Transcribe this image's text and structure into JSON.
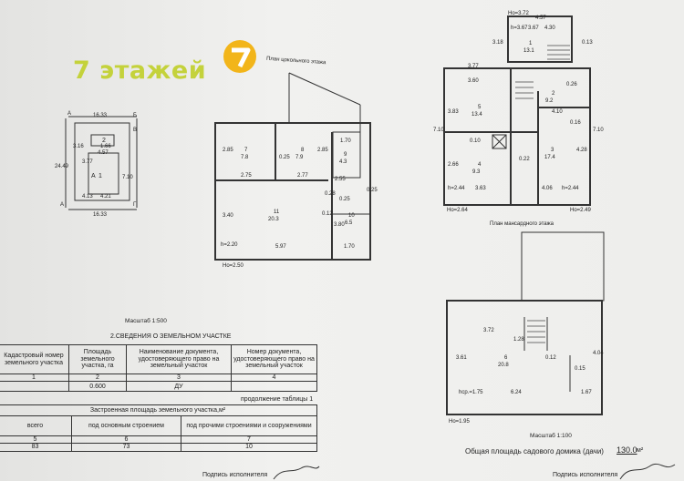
{
  "brand": {
    "text": "7 этажей"
  },
  "plan_top_title": "План цокольного этажа",
  "plan_attic_title": "План мансардного этажа",
  "site": {
    "top": "16.33",
    "bottom": "16.33",
    "left": "24.49",
    "right": "7.10",
    "corner_a": "А",
    "corner_b": "Б",
    "corner_v": "В",
    "corner_g": "Г",
    "d1": "3.77",
    "d2": "4.57",
    "d3": "4.13",
    "d4": "4.21",
    "d5": "3.16",
    "d6": "1.66",
    "mark_1": "1",
    "mark_2": "2",
    "mark_a": "А"
  },
  "basement": {
    "rooms": [
      {
        "num": "7",
        "area": "7.8"
      },
      {
        "num": "8",
        "area": "7.9"
      },
      {
        "num": "9",
        "area": "4.3"
      },
      {
        "num": "11",
        "area": "20.3"
      },
      {
        "num": "10",
        "area": "6.5"
      }
    ],
    "dims": [
      "2.85",
      "0.25",
      "2.85",
      "2.75",
      "2.77",
      "1.70",
      "2.55",
      "0.25",
      "0.28",
      "0.25",
      "0.12",
      "3.80",
      "3.40",
      "5.97",
      "1.70"
    ],
    "h_label": "h=2.20",
    "ho_label": "Ho=2.50"
  },
  "attic": {
    "rooms": [
      {
        "num": "1",
        "area": "13.1"
      },
      {
        "num": "2",
        "area": "9.2"
      },
      {
        "num": "5",
        "area": "13.4"
      },
      {
        "num": "3",
        "area": "17.4"
      },
      {
        "num": "4",
        "area": "9.3"
      }
    ],
    "dims": [
      "Ho=3.72",
      "4.57",
      "h=3.67",
      "3.67",
      "4.30",
      "3.18",
      "0.13",
      "3.77",
      "3.60",
      "0.26",
      "4.10",
      "0.16",
      "3.83",
      "7.10",
      "7.10",
      "0.10",
      "2.66",
      "0.22",
      "4.28",
      "h=2.44",
      "3.63",
      "4.06",
      "h=2.44",
      "Ho=2.64",
      "Ho=2.49"
    ]
  },
  "mansard": {
    "room": {
      "num": "6",
      "area": "20.8"
    },
    "dims": [
      "3.72",
      "1.28",
      "3.61",
      "4.04",
      "0.12",
      "0.15",
      "6.24",
      "1.67",
      "hcp.=1.75",
      "Ho=1.95"
    ]
  },
  "scale_left": "Масштаб 1:500",
  "scale_right": "Масштаб 1:100",
  "section_title": "2.СВЕДЕНИЯ О ЗЕМЕЛЬНОМ УЧАСТКЕ",
  "table1": {
    "headers": [
      "Кадастровый номер земельного участка",
      "Площадь земельного участка, га",
      "Наименование документа, удостоверяющего право на земельный участок",
      "Номер документа, удостоверяющего право на земельный участок"
    ],
    "nums": [
      "1",
      "2",
      "3",
      "4"
    ],
    "row": [
      "",
      "0.600",
      "ДУ",
      ""
    ]
  },
  "continuation": "продолжение таблицы 1",
  "table2": {
    "title": "Застроенная площадь земельного участка,м²",
    "headers": [
      "всего",
      "под основным строением",
      "под прочими строениями и сооружениями"
    ],
    "nums": [
      "5",
      "6",
      "7"
    ],
    "row": [
      "83",
      "73",
      "10"
    ]
  },
  "total_area": {
    "label": "Общая площадь садового домика (дачи)",
    "value": "130.0",
    "unit": "м²"
  },
  "signature_label": "Подпись исполнителя",
  "colors": {
    "brand": "#c4d23b",
    "logo": "#f2b51a"
  }
}
